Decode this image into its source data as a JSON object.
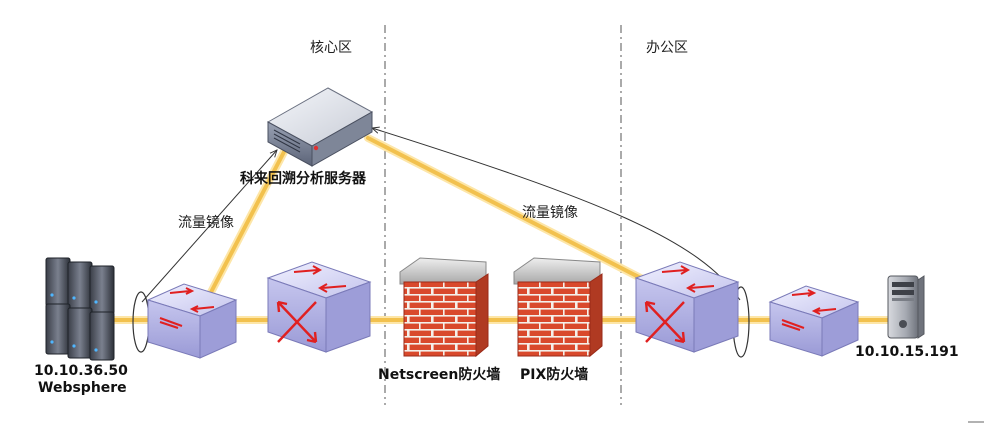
{
  "zones": {
    "core": "核心区",
    "office": "办公区"
  },
  "server": {
    "label": "科来回溯分析服务器"
  },
  "mirror_labels": {
    "left": "流量镜像",
    "right": "流量镜像"
  },
  "host_left": {
    "ip": "10.10.36.50",
    "name": "Websphere"
  },
  "host_right": {
    "ip": "10.10.15.191"
  },
  "firewalls": {
    "netscreen": "Netscreen防火墙",
    "pix": "PIX防火墙"
  },
  "colors": {
    "link": "#f2c14e",
    "link_glow": "#fde6a8",
    "switch_top": "#dcdcf4",
    "switch_front": "#b8b8e8",
    "switch_side": "#a0a0d8",
    "arrow": "#e02020",
    "brick": "#d9492c",
    "mortar": "#f4f0ea",
    "cap": "#c8c8c8"
  },
  "icons": [
    "server-appliance-icon",
    "tower-server-icon",
    "workgroup-switch-icon",
    "multilayer-switch-icon",
    "firewall-icon"
  ]
}
